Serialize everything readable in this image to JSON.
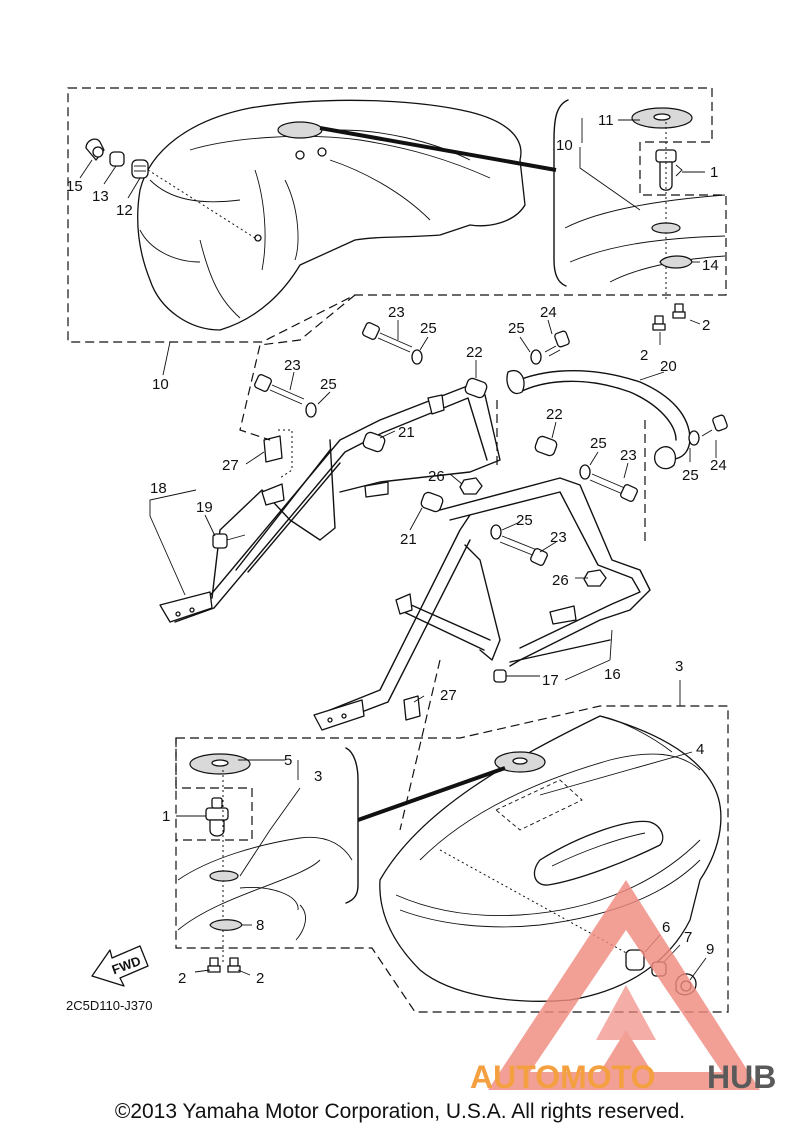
{
  "diagram": {
    "code": "2C5D110-J370",
    "fwd_label": "FWD",
    "callouts": {
      "c1a": "1",
      "c1b": "1",
      "c2a": "2",
      "c2b": "2",
      "c2c": "2",
      "c2d": "2",
      "c3a": "3",
      "c3b": "3",
      "c4": "4",
      "c5": "5",
      "c6": "6",
      "c7": "7",
      "c8": "8",
      "c9": "9",
      "c10a": "10",
      "c10b": "10",
      "c11": "11",
      "c12": "12",
      "c13": "13",
      "c14": "14",
      "c15": "15",
      "c16": "16",
      "c17": "17",
      "c18": "18",
      "c19": "19",
      "c20": "20",
      "c21a": "21",
      "c21b": "21",
      "c22a": "22",
      "c22b": "22",
      "c23a": "23",
      "c23b": "23",
      "c23c": "23",
      "c23d": "23",
      "c24a": "24",
      "c24b": "24",
      "c25a": "25",
      "c25b": "25",
      "c25c": "25",
      "c25d": "25",
      "c25e": "25",
      "c26a": "26",
      "c26b": "26",
      "c27a": "27",
      "c27b": "27"
    }
  },
  "watermark": {
    "brand_left": "AUTOMOTO",
    "brand_right": "HUB",
    "color_accent": "#f08a80",
    "color_left": "#f4a040",
    "color_right": "#5a5a5a"
  },
  "footer": {
    "copyright": "©2013 Yamaha Motor Corporation, U.S.A. All rights reserved."
  }
}
